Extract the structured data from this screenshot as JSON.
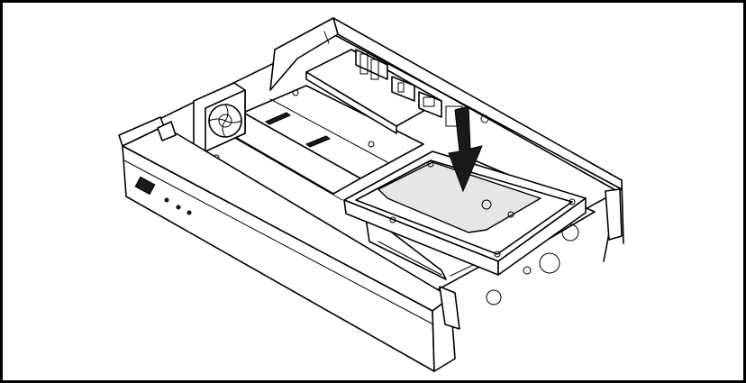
{
  "figure": {
    "frame_color": "#000000",
    "background_color": "#ffffff",
    "arrow_color": "#1a1a1a",
    "icons": [
      "chassis-drawing",
      "hard-drive-drawing",
      "cooling-fan-drawing",
      "insert-arrow-icon"
    ]
  }
}
